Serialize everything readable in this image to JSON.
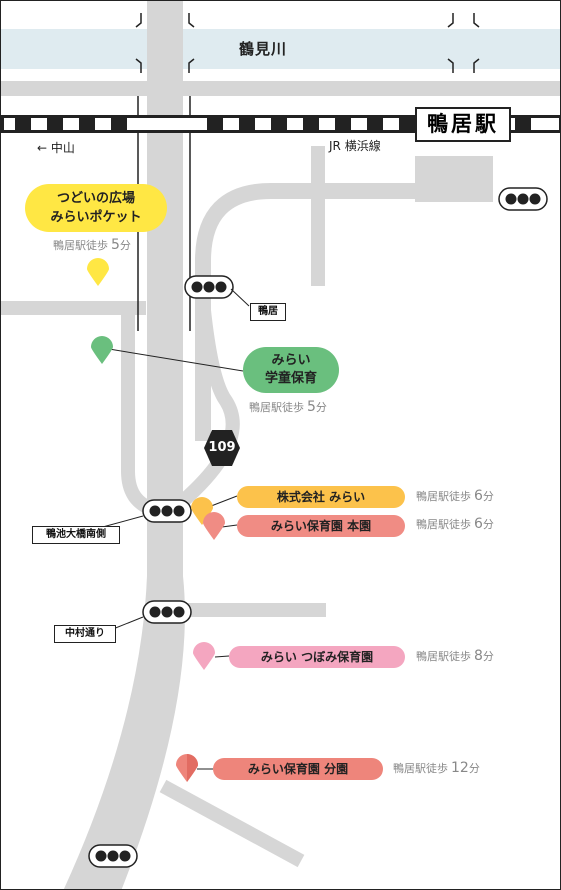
{
  "river": {
    "label": "鶴見川"
  },
  "station": {
    "name": "鴨居駅"
  },
  "railway": {
    "line_label": "JR 横浜線"
  },
  "direction": {
    "label": "← 中山"
  },
  "route": {
    "number": "109"
  },
  "signs": {
    "kamoi": "鴨居",
    "kamoike_ohashi_minami": "鴨池大橋南側",
    "nakamura_dori": "中村通り"
  },
  "places": [
    {
      "name_line1": "つどいの広場",
      "name_line2": "みらいポケット",
      "walk_prefix": "鴨居駅徒歩",
      "walk_minutes": "5",
      "walk_unit": "分",
      "color": "#ffe744"
    },
    {
      "name_line1": "みらい",
      "name_line2": "学童保育",
      "walk_prefix": "鴨居駅徒歩",
      "walk_minutes": "5",
      "walk_unit": "分",
      "color": "#6abf7e"
    },
    {
      "name": "株式会社 みらい",
      "walk_prefix": "鴨居駅徒歩",
      "walk_minutes": "6",
      "walk_unit": "分",
      "color": "#fcc24b"
    },
    {
      "name": "みらい保育園 本園",
      "walk_prefix": "鴨居駅徒歩",
      "walk_minutes": "6",
      "walk_unit": "分",
      "color": "#f08c84"
    },
    {
      "name": "みらい つぼみ保育園",
      "walk_prefix": "鴨居駅徒歩",
      "walk_minutes": "8",
      "walk_unit": "分",
      "color": "#f4a6c0"
    },
    {
      "name": "みらい保育園 分園",
      "walk_prefix": "鴨居駅徒歩",
      "walk_minutes": "12",
      "walk_unit": "分",
      "color": "#ee857b"
    }
  ],
  "colors": {
    "road": "#d6d6d6",
    "river": "#dfebf0",
    "rail": "#222222",
    "route_shield": "#222222"
  },
  "icons": [
    "traffic-signal-icon",
    "map-pin-icon",
    "route-shield-icon",
    "railway-icon"
  ]
}
